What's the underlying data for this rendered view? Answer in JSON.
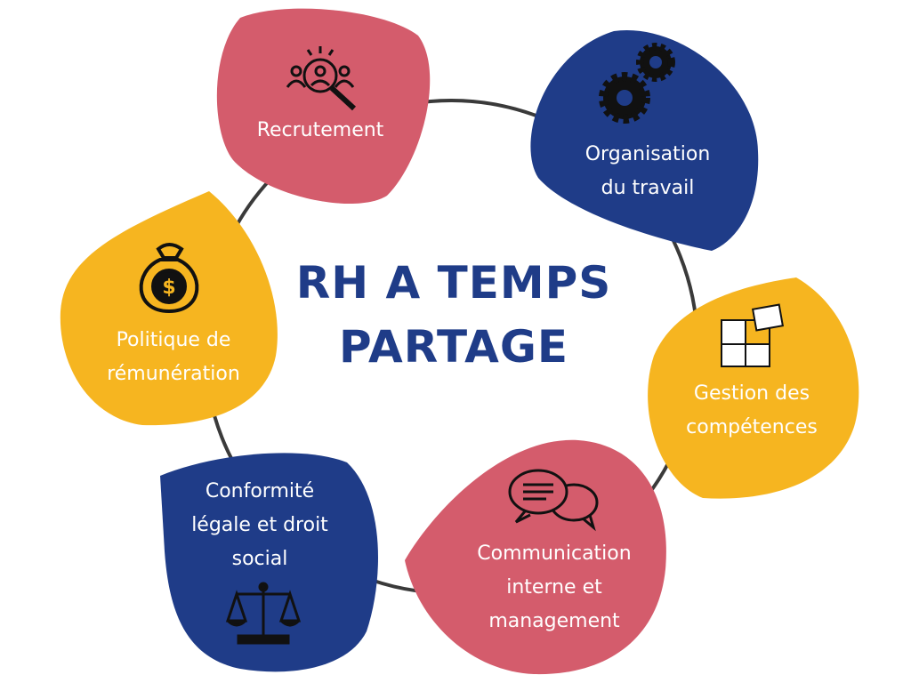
{
  "title": {
    "line1": "RH A TEMPS",
    "line2": "PARTAGE"
  },
  "colors": {
    "pink": "#d45c6c",
    "navy": "#1f3c88",
    "yellow": "#f6b520",
    "ring": "#3a3a3a"
  },
  "items": [
    {
      "lines": [
        "Recrutement"
      ],
      "icon": "recruitment-magnifier-icon",
      "color": "pink"
    },
    {
      "lines": [
        "Organisation",
        "du travail"
      ],
      "icon": "gears-icon",
      "color": "navy"
    },
    {
      "lines": [
        "Gestion des",
        "compétences"
      ],
      "icon": "puzzle-icon",
      "color": "yellow"
    },
    {
      "lines": [
        "Communication",
        "interne et",
        "management"
      ],
      "icon": "speech-bubbles-icon",
      "color": "pink"
    },
    {
      "lines": [
        "Conformité",
        "légale et droit",
        "social"
      ],
      "icon": "scales-icon",
      "color": "navy"
    },
    {
      "lines": [
        "Politique de",
        "rémunération"
      ],
      "icon": "money-bag-icon",
      "color": "yellow"
    }
  ]
}
